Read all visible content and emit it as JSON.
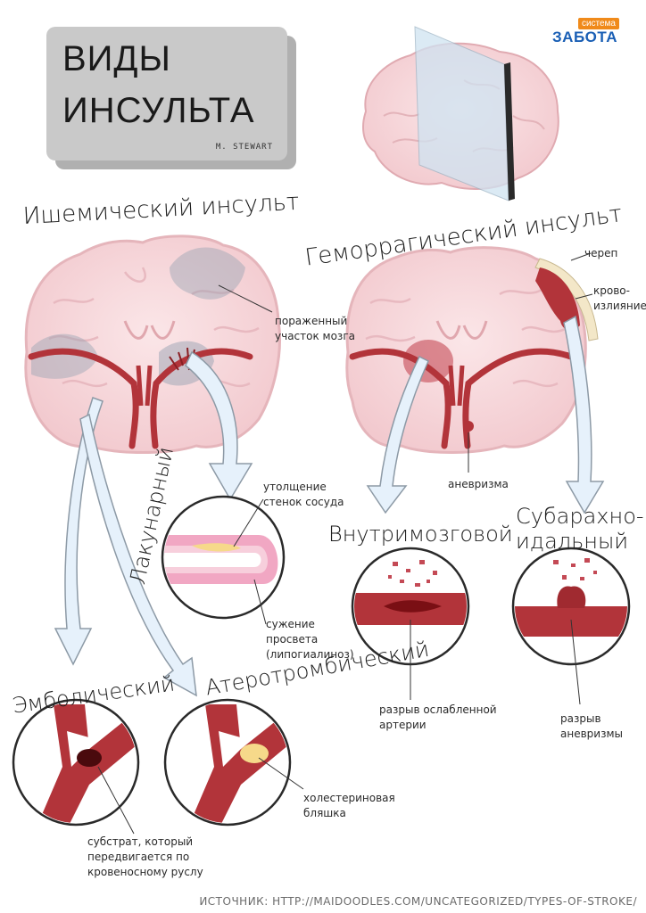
{
  "title": {
    "line1": "ВИДЫ",
    "line2": "ИНСУЛЬТА",
    "author": "M. STEWART"
  },
  "brand": {
    "tag": "система",
    "name": "ЗАБОТА"
  },
  "sections": {
    "ischemic": "Ишемический инсульт",
    "hemorrhagic": "Геморрагический инсульт"
  },
  "labels": {
    "affected_area": "пораженный участок мозга",
    "skull": "череп",
    "hemorrhage": "крово-излияние",
    "aneurysm": "аневризма",
    "vessel_wall_thickening": "утолщение стенок сосуда",
    "lumen_narrowing": "сужение просвета (липогиалиноз)",
    "weakened_artery_rupture": "разрыв ослабленной артерии",
    "aneurysm_rupture": "разрыв аневризмы",
    "cholesterol_plaque": "холестериновая бляшка",
    "substrate": "субстрат, который передвигается по кровеносному руслу"
  },
  "types": {
    "lacunar": "Лакунарный",
    "intracerebral": "Внутримозговой",
    "subarachnoid": "Субарахно-идальный",
    "embolic": "Эмболический",
    "atherothrombotic": "Атеротромбический"
  },
  "source": "ИСТОЧНИК: HTTP://MAIDOODLES.COM/UNCATEGORIZED/TYPES-OF-STROKE/",
  "colors": {
    "brain": "#f7d9dc",
    "brain_outline": "#e5b5bb",
    "artery": "#b2343a",
    "blood_dark": "#7a0f14",
    "plaque": "#f6d98a",
    "arrow_fill": "#e6f1fb",
    "arrow_stroke": "#8d9aa6",
    "title_box": "#c9c9c9",
    "brand_blue": "#1a5fb5",
    "brand_orange": "#f08a1a"
  }
}
